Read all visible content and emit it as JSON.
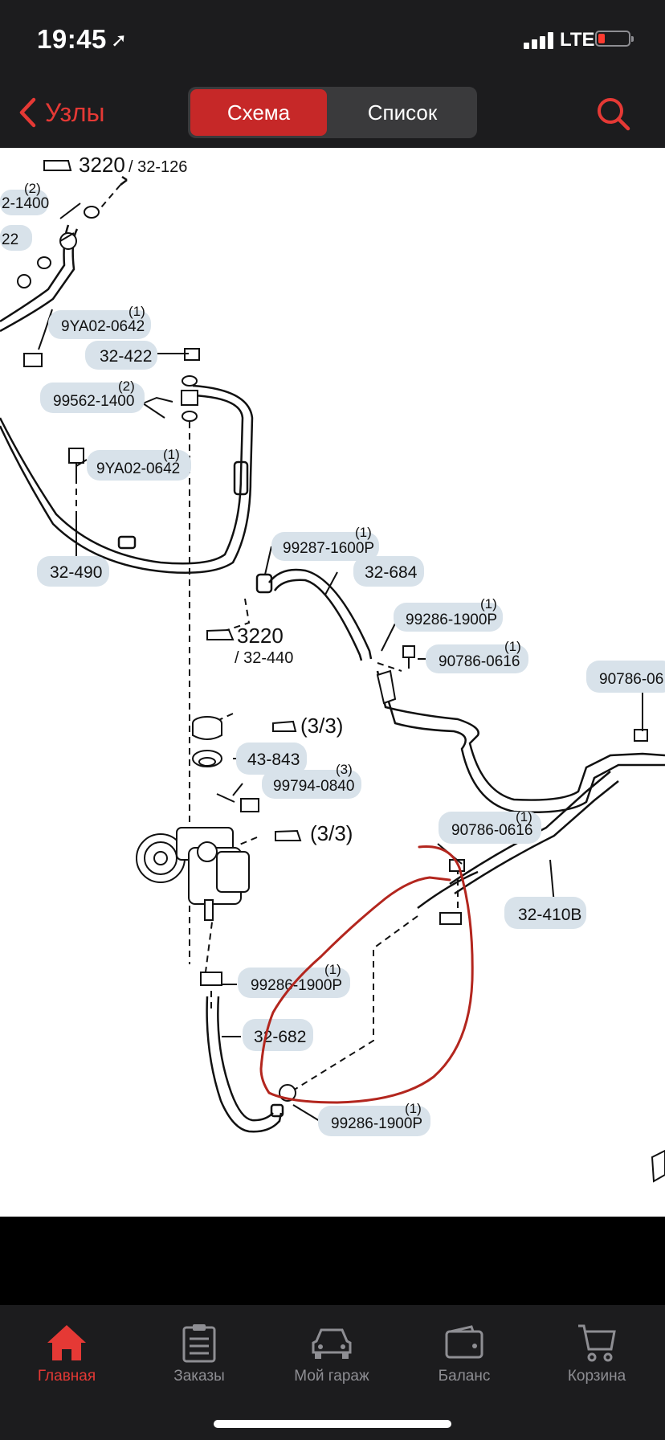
{
  "status_bar": {
    "time": "19:45",
    "carrier": "LTE"
  },
  "nav": {
    "back_label": "Узлы",
    "segments": [
      {
        "label": "Схема",
        "selected": true
      },
      {
        "label": "Список",
        "selected": false
      }
    ]
  },
  "diagram": {
    "refs": {
      "r1": "3220",
      "r1_sub": "/ 32-126",
      "r2": "3220",
      "r2_sub": "/ 32-440",
      "r3": "(3/3)",
      "r4": "(3/3)"
    },
    "parts": {
      "p_tl1": "2-1400",
      "p_tl1_qty": "(2)",
      "p_tl2": "22",
      "p_yaa": "9YA02-0642",
      "p_yaa_qty": "(1)",
      "p_422": "32-422",
      "p_99562": "99562-1400",
      "p_99562_qty": "(2)",
      "p_yab": "9YA02-0642",
      "p_yab_qty": "(1)",
      "p_490": "32-490",
      "p_99287": "99287-1600P",
      "p_99287_qty": "(1)",
      "p_684": "32-684",
      "p_99286a": "99286-1900P",
      "p_99286a_qty": "(1)",
      "p_90786a": "90786-0616",
      "p_90786a_qty": "(1)",
      "p_90786r": "90786-06",
      "p_843": "43-843",
      "p_99794": "99794-0840",
      "p_99794_qty": "(3)",
      "p_90786b": "90786-0616",
      "p_90786b_qty": "(1)",
      "p_410b": "32-410B",
      "p_99286b": "99286-1900P",
      "p_99286b_qty": "(1)",
      "p_682": "32-682",
      "p_99286c": "99286-1900P",
      "p_99286c_qty": "(1)"
    },
    "annotation_color": "#b3261e"
  },
  "tabbar": {
    "items": [
      {
        "label": "Главная",
        "active": true
      },
      {
        "label": "Заказы",
        "active": false
      },
      {
        "label": "Мой гараж",
        "active": false
      },
      {
        "label": "Баланс",
        "active": false
      },
      {
        "label": "Корзина",
        "active": false
      }
    ]
  },
  "colors": {
    "accent": "#e53935",
    "bar_bg": "#1c1c1e",
    "label_bg": "#d8e2ea"
  }
}
